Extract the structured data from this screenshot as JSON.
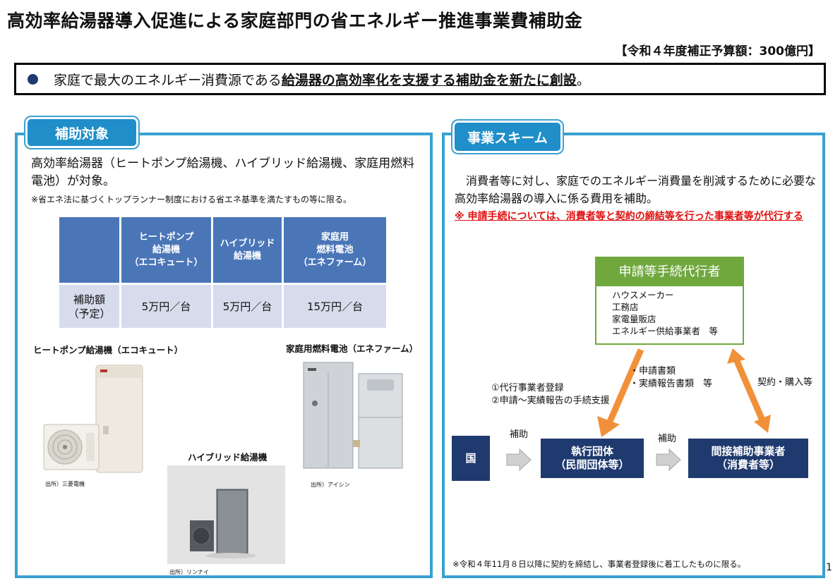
{
  "title": "高効率給湯器導入促進による家庭部門の省エネルギー推進事業費補助金",
  "budget": "【令和４年度補正予算額：300億円】",
  "summary": {
    "plain": "家庭で最大のエネルギー消費源である",
    "strong": "給湯器の高効率化を支援する補助金を新たに創設",
    "end": "。"
  },
  "left": {
    "tab": "補助対象",
    "main_text": "高効率給湯器（ヒートポンプ給湯機、ハイブリッド給湯機、家庭用燃料電池）が対象。",
    "note": "※省エネ法に基づくトップランナー制度における省エネ基準を満たすもの等に限る。",
    "table": {
      "headers": [
        [
          "ヒートポンプ",
          "給湯機",
          "（エコキュート）"
        ],
        [
          "ハイブリッド",
          "給湯機"
        ],
        [
          "家庭用",
          "燃料電池",
          "（エネファーム）"
        ]
      ],
      "row_label": [
        "補助額",
        "（予定）"
      ],
      "values": [
        "5万円／台",
        "5万円／台",
        "15万円／台"
      ]
    },
    "captions": {
      "heatpump": "ヒートポンプ給湯機（エコキュート）",
      "fuelcell": "家庭用燃料電池（エネファーム）",
      "hybrid": "ハイブリッド給湯機"
    },
    "sources": {
      "heatpump": "出所）三菱電機",
      "fuelcell": "出所）アイシン",
      "hybrid": "出所）リンナイ"
    }
  },
  "right": {
    "tab": "事業スキーム",
    "text": "消費者等に対し、家庭でのエネルギー消費量を削減するために必要な高効率給湯器の導入に係る費用を補助。",
    "red_note": "※ 申請手続については、消費者等と契約の締結等を行った事業者等が代行する",
    "agent_title": "申請等手続代行者",
    "agent_items": [
      "ハウスメーカー",
      "工務店",
      "家電量販店",
      "エネルギー供給事業者　等"
    ],
    "docs": [
      "・申請書類",
      "・実績報告書類　等"
    ],
    "contract": "契約・購入等",
    "steps": [
      "①代行事業者登録",
      "②申請～実績報告の手続支援"
    ],
    "flow_label": "補助",
    "country": "国",
    "executor": [
      "執行団体",
      "（民間団体等）"
    ],
    "indirect": [
      "間接補助事業者",
      "（消費者等）"
    ],
    "footnote": "※令和４年11月８日以降に契約を締結し、事業者登録後に着工したものに限る。"
  },
  "page_number": "1",
  "colors": {
    "panel_border": "#3aa1cf",
    "tab": "#1f8ec9",
    "table_header": "#4a76b8",
    "table_body": "#d6dcec",
    "agent_green": "#70a83e",
    "navy_box": "#1f3a6e",
    "orange_arrow": "#f0913a",
    "red_note": "#e01010"
  }
}
